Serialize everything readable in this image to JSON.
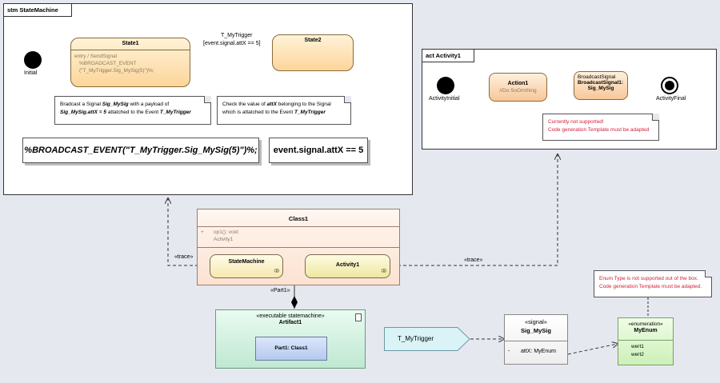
{
  "state_machine": {
    "frame_label": "stm StateMachine",
    "initial_label": "Initial",
    "state1": {
      "title": "State1",
      "entry_line": "entry / SendSignal",
      "code_line1": "%BROADCAST_EVENT",
      "code_line2": "(\"T_MyTrigger.Sig_MySig(5)\")%;"
    },
    "state2": {
      "title": "State2"
    },
    "transition": {
      "trigger": "T_MyTrigger",
      "guard": "[event.signal.attX == 5]"
    },
    "note1": {
      "l1_pre": "Bradcast a Signal ",
      "l1_bold": "Sig_MySig",
      "l1_post": " with a payload of",
      "l2_bold": "Sig_MySig.attX = 5",
      "l2_mid": " attatched to the Event ",
      "l2_bold2": "T_MyTrigger"
    },
    "note2": {
      "l1_pre": "Check the value of ",
      "l1_bold": "attX",
      "l1_post": " belonging to the Signal",
      "l2_pre": "which is attatched to the Event ",
      "l2_bold": "T_MyTrigger"
    },
    "big_note1": "%BROADCAST_EVENT(\"T_MyTrigger.Sig_MySig(5)\")%;",
    "big_note2": "event.signal.attX == 5"
  },
  "activity": {
    "frame_label": "act Activity1",
    "initial_label": "ActivityInitial",
    "action1": {
      "title": "Action1",
      "comment": "//Do SoOmthing"
    },
    "broadcast": {
      "line1": "BroadcastSignal",
      "line2": "BroadcastSignal1:",
      "line3": "Sig_MySig"
    },
    "final_label": "ActivityFinal",
    "note": {
      "line1": "Currently not supported!",
      "line2": "Code generation Template must be adapted"
    }
  },
  "class1": {
    "title": "Class1",
    "op_visibility": "+",
    "op": "op1(): void",
    "op_sub": "Activity1",
    "part_statemachine": "StateMachine",
    "part_activity": "Activity1"
  },
  "connectors": {
    "trace_left": "«trace»",
    "trace_right": "«trace»",
    "part_label": "«Part1»"
  },
  "artifact": {
    "stereotype": "«executable statemachine»",
    "name": "Artifact1",
    "part": "Part1: Class1"
  },
  "trigger": {
    "name": "T_MyTrigger"
  },
  "signal": {
    "stereotype": "«signal»",
    "name": "Sig_MySig",
    "attr_visibility": "-",
    "attr": "attX: MyEnum"
  },
  "enum": {
    "stereotype": "«enumeration»",
    "name": "MyEnum",
    "values": [
      "wert1",
      "wert2"
    ],
    "note_line1": "Enum Type is not supported out of the box.",
    "note_line2": "Code generation Template must be adapted."
  },
  "colors": {
    "state_fill": "#fcd59a",
    "class_fill": "#fde6d8",
    "artifact_fill": "#cdeedd",
    "enum_fill": "#d6f5c0",
    "trigger_fill": "#d9f3f7",
    "note_red": "#d0203a"
  }
}
